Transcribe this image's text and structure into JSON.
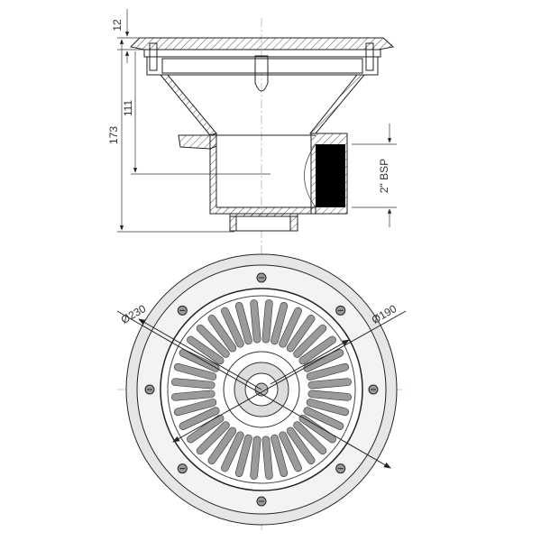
{
  "side_view": {
    "dimensions": {
      "flange_height": "12",
      "outlet_depth": "111",
      "overall_height": "173",
      "thread": "2\" BSP"
    }
  },
  "top_view": {
    "dimensions": {
      "outer_diameter": "Ø230",
      "grate_diameter": "Ø190"
    },
    "slot_count": 36,
    "screw_count": 8
  },
  "colors": {
    "line": "#222222",
    "thread_fill": "#000000",
    "ring_fill": "#e6e6e6",
    "slot_fill": "#9a9a9a"
  }
}
